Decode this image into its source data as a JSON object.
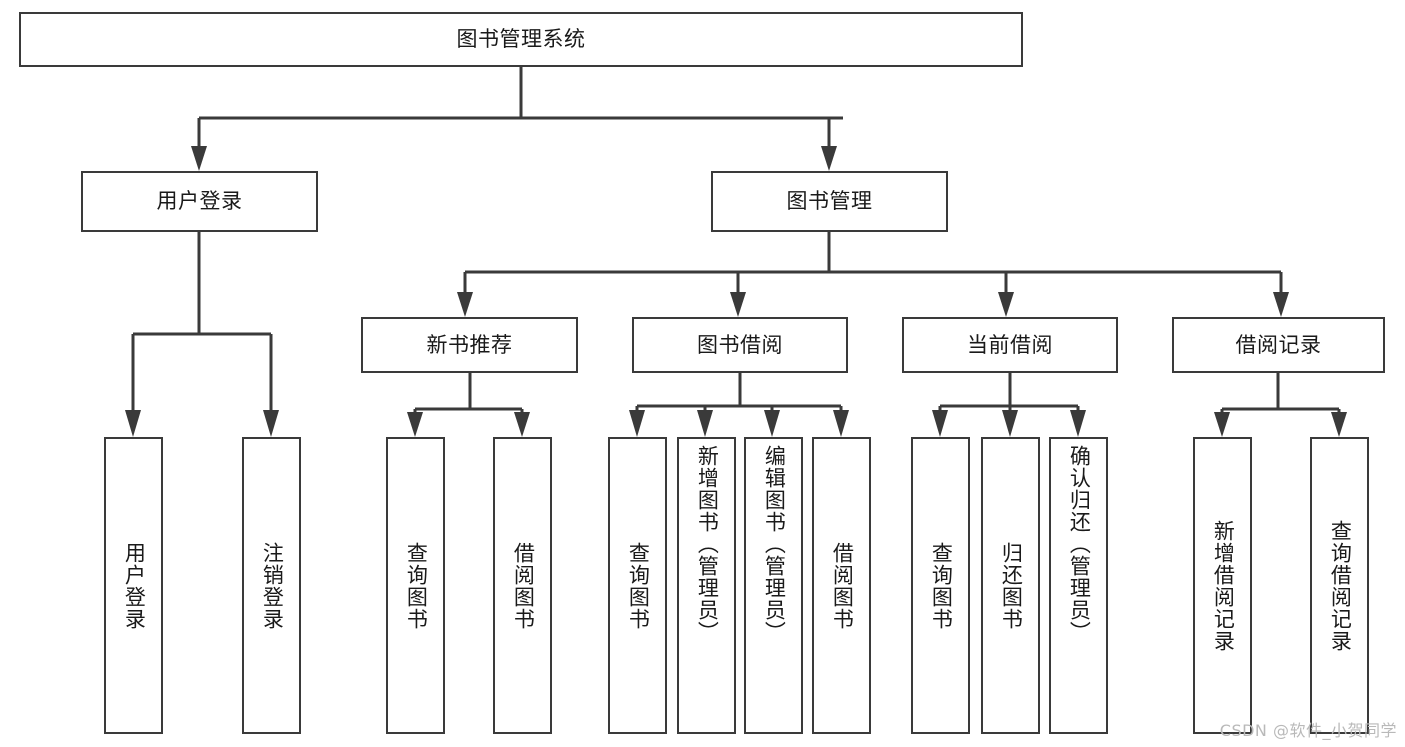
{
  "diagram": {
    "title": "图书管理系统",
    "type": "功能结构图",
    "style": {
      "box_border_color": "#3a3a3a",
      "box_fill_color": "#ffffff",
      "connector_color": "#3a3a3a",
      "background_color": "#ffffff",
      "text_color": "#1a1a1a",
      "watermark_color": "#b9b9b9"
    }
  },
  "root": {
    "label": "图书管理系统"
  },
  "level2": [
    {
      "label": "用户登录"
    },
    {
      "label": "图书管理"
    }
  ],
  "level3": [
    {
      "label": "新书推荐"
    },
    {
      "label": "图书借阅"
    },
    {
      "label": "当前借阅"
    },
    {
      "label": "借阅记录"
    }
  ],
  "leaves": [
    {
      "label": "用户登录",
      "parent": "用户登录"
    },
    {
      "label": "注销登录",
      "parent": "用户登录"
    },
    {
      "label": "查询图书",
      "parent": "新书推荐"
    },
    {
      "label": "借阅图书",
      "parent": "新书推荐"
    },
    {
      "label": "查询图书",
      "parent": "图书借阅"
    },
    {
      "label": "新增图书（管理员）",
      "parent": "图书借阅"
    },
    {
      "label": "编辑图书（管理员）",
      "parent": "图书借阅"
    },
    {
      "label": "借阅图书",
      "parent": "图书借阅"
    },
    {
      "label": "查询图书",
      "parent": "当前借阅"
    },
    {
      "label": "归还图书",
      "parent": "当前借阅"
    },
    {
      "label": "确认归还（管理员）",
      "parent": "当前借阅"
    },
    {
      "label": "新增借阅记录",
      "parent": "借阅记录"
    },
    {
      "label": "查询借阅记录",
      "parent": "借阅记录"
    }
  ],
  "watermark": {
    "text": "CSDN @软件_小贺同学"
  }
}
